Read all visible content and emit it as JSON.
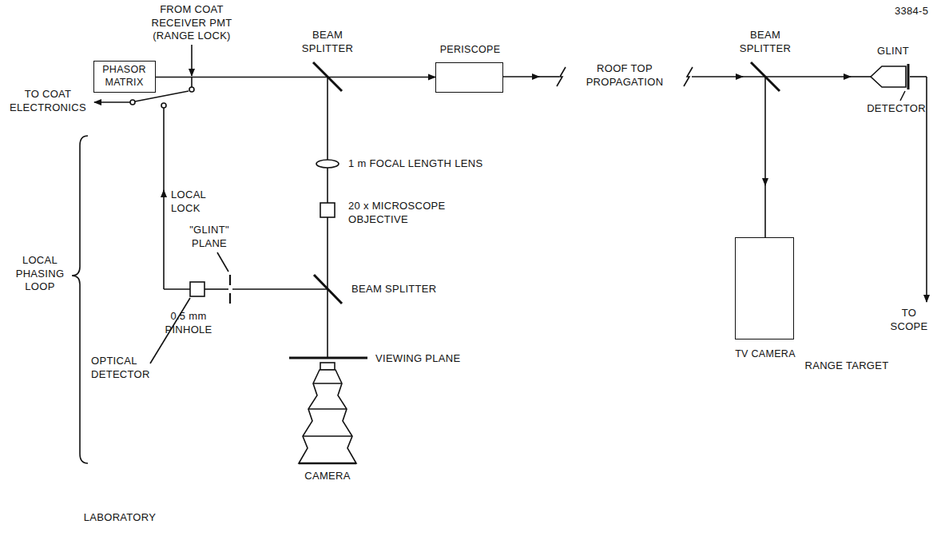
{
  "diagram": {
    "nodes": [
      {
        "text": [
          "PHASOR MATRIX"
        ]
      },
      {
        "text": [
          "PERISCOPE"
        ]
      },
      {
        "text": [
          "TV CAMERA"
        ]
      }
    ],
    "edges": [
      {
        "from": 0,
        "to": 1,
        "arrow": "to"
      }
    ],
    "labels": [
      "3384-5",
      "FROM COAT RECEIVER PMT (RANGE LOCK)",
      "BEAM SPLITTER",
      "ROOF TOP PROPAGATION",
      "BEAM SPLITTER",
      "GLINT",
      "DETECTOR",
      "TO SCOPE",
      "RANGE TARGET",
      "TO COAT ELECTRONICS",
      "LOCAL LOCK",
      "\"GLINT\" PLANE",
      "1 m FOCAL LENGTH LENS",
      "20 x MICROSCOPE OBJECTIVE",
      "BEAM SPLITTER",
      "LOCAL PHASING LOOP",
      "0.5 mm PINHOLE",
      "OPTICAL DETECTOR",
      "VIEWING PLANE",
      "CAMERA",
      "LABORATORY"
    ]
  }
}
